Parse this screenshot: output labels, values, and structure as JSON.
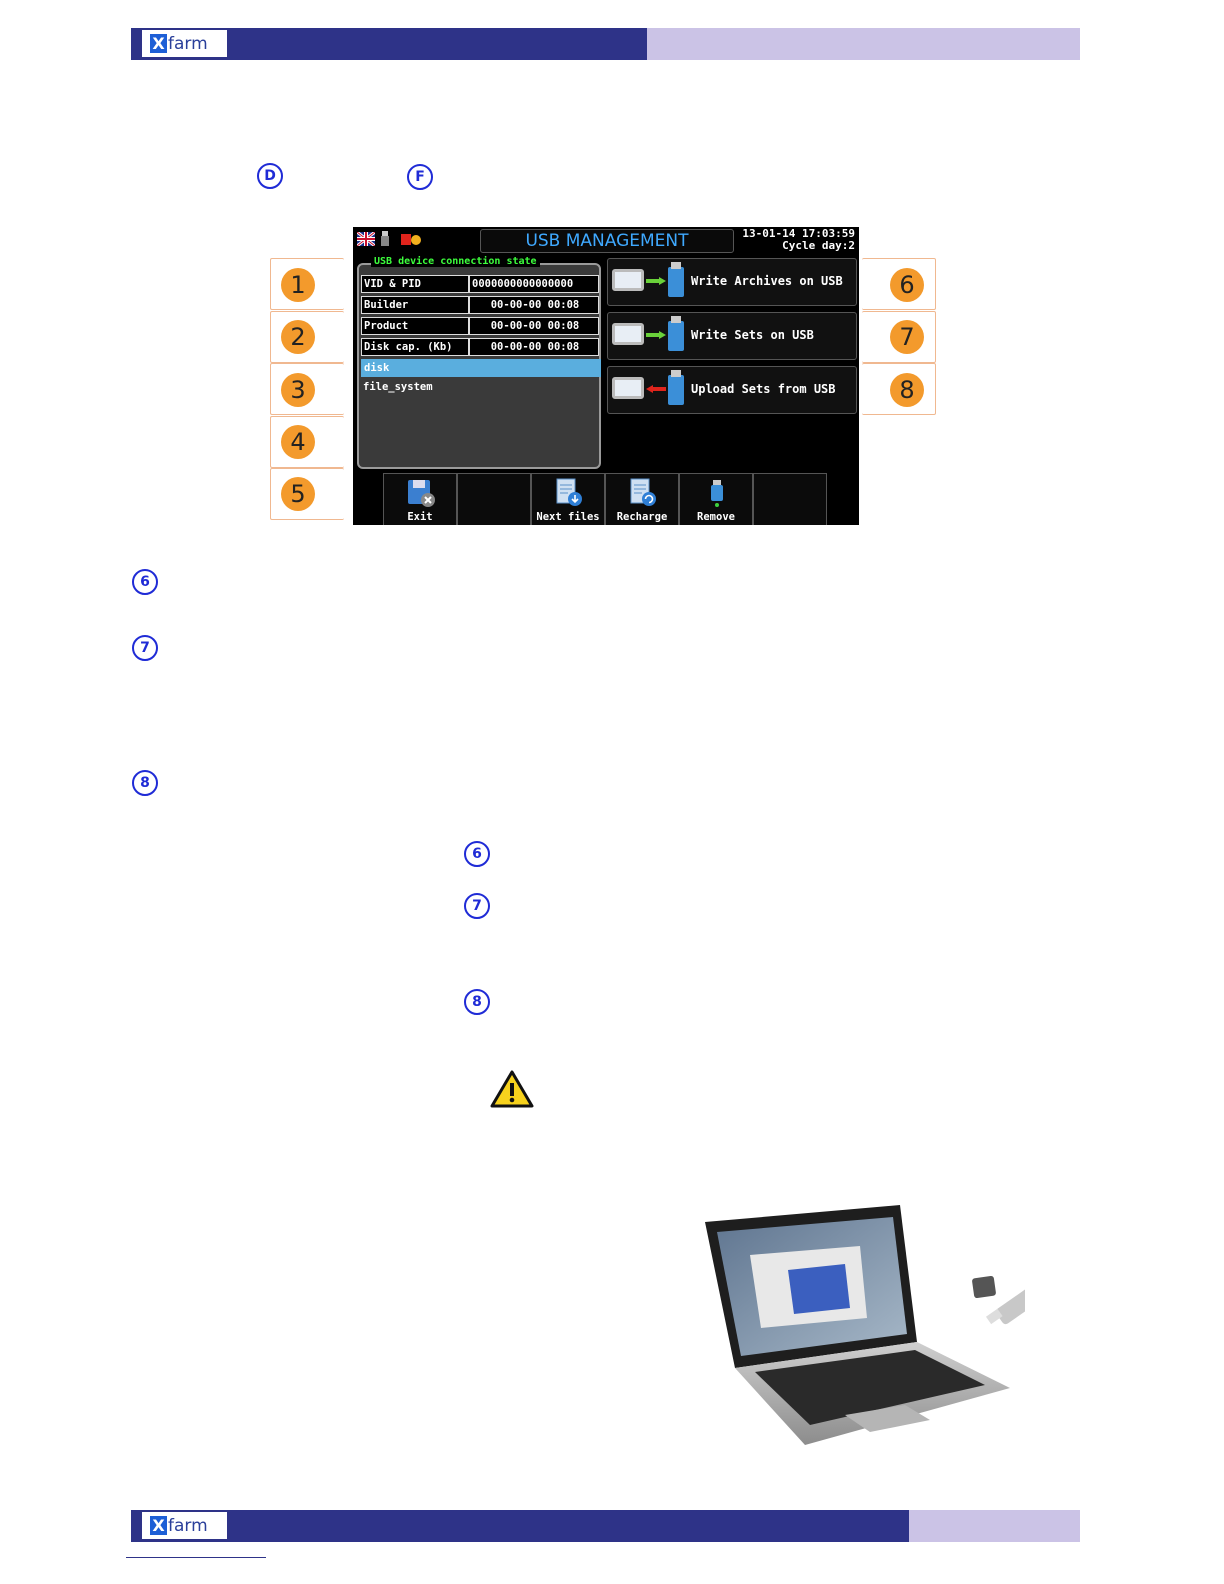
{
  "header": {
    "logo_text": "farm",
    "logo_mark": "X"
  },
  "footer": {
    "logo_text": "farm",
    "logo_mark": "X"
  },
  "top_refs": [
    "D",
    "F"
  ],
  "screen": {
    "title": "USB MANAGEMENT",
    "date": "13-01-14  17:03:59",
    "cycle": "Cycle day:2",
    "panel_title": "USB device connection state",
    "rows": [
      {
        "label": "VID & PID",
        "value": "0000000000000000"
      },
      {
        "label": "Builder",
        "value": "00-00-00 00:08"
      },
      {
        "label": "Product",
        "value": "00-00-00 00:08"
      },
      {
        "label": "Disk cap. (Kb)",
        "value": "00-00-00 00:08"
      }
    ],
    "selected_item": "disk",
    "item2": "file_system",
    "right_buttons": [
      "Write Archives on USB",
      "Write Sets on USB",
      "Upload Sets from USB"
    ],
    "toolbar": [
      "Exit",
      "",
      "Next files",
      "Recharge",
      "Remove",
      ""
    ]
  },
  "callouts_left": [
    "1",
    "2",
    "3",
    "4",
    "5"
  ],
  "callouts_right": [
    "6",
    "7",
    "8"
  ],
  "body_refs": [
    "6",
    "7",
    "8"
  ],
  "indented_refs": [
    "6",
    "7",
    "8"
  ],
  "colors": {
    "header_dark": "#2e3388",
    "header_light": "#cbc3e6",
    "callout": "#f39a2c",
    "ref_blue": "#1f2bd6"
  },
  "icons": {
    "warning": "warning-triangle-icon",
    "laptop": "laptop-illustration",
    "usb": "usb-stick-icon"
  }
}
